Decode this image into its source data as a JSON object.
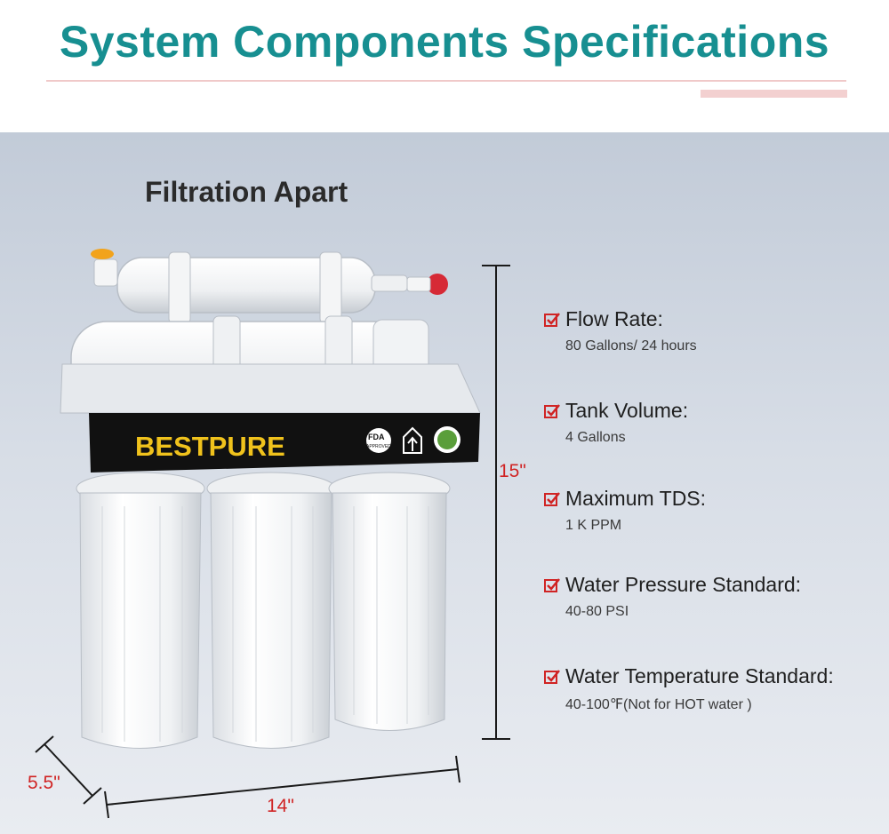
{
  "header": {
    "title": "System Components Specifications"
  },
  "section": {
    "title": "Filtration Apart"
  },
  "product": {
    "brand": "BESTPURE",
    "badge_fda": "FDA",
    "badge_fda_sub": "APPROVED"
  },
  "dimensions": {
    "height": "15\"",
    "width": "14\"",
    "depth": "5.5\""
  },
  "specs": [
    {
      "label": "Flow Rate:",
      "value": "80 Gallons/ 24 hours"
    },
    {
      "label": "Tank Volume:",
      "value": "4 Gallons"
    },
    {
      "label": "Maximum TDS:",
      "value": "1 K PPM"
    },
    {
      "label": "Water Pressure Standard:",
      "value": "40-80 PSI"
    },
    {
      "label": "Water Temperature Standard:",
      "value": "40-100℉(Not for HOT water )"
    }
  ],
  "colors": {
    "title": "#178f91",
    "check": "#d02424",
    "dimension": "#d02424",
    "panel_top": "#c2cbd8"
  },
  "icons": [
    "check-icon",
    "home-arrow-icon",
    "certification-seal-icon"
  ]
}
